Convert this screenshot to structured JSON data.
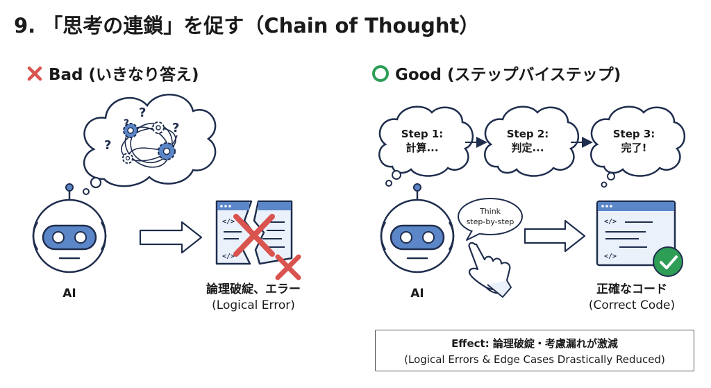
{
  "title": "9. 「思考の連鎖」を促す（Chain of Thought）",
  "bad": {
    "heading": "Bad (いきなり答え)",
    "ai_label": "AI",
    "result_jp": "論理破綻、エラー",
    "result_en": "(Logical Error)"
  },
  "good": {
    "heading": "Good (ステップバイステップ)",
    "steps": [
      {
        "label": "Step 1:",
        "text": "計算..."
      },
      {
        "label": "Step 2:",
        "text": "判定..."
      },
      {
        "label": "Step 3:",
        "text": "完了!"
      }
    ],
    "speech": [
      "Think",
      "step-by-step"
    ],
    "ai_label": "AI",
    "result_jp": "正確なコード",
    "result_en": "(Correct Code)"
  },
  "effect": {
    "label": "Effect:",
    "text_jp": " 論理破綻・考慮漏れが激減",
    "text_en": "(Logical Errors & Edge Cases Drastically Reduced)"
  },
  "icons": {
    "bad_mark": "x-mark-icon",
    "good_mark": "circle-mark-icon",
    "robot": "robot-icon",
    "code_window": "code-window-icon",
    "check": "check-badge-icon",
    "hand": "pointing-hand-icon",
    "gears": "gear-icon"
  },
  "colors": {
    "red": "#d9534f",
    "green": "#2e9e57",
    "blue": "#5b86c8",
    "navy": "#1f2d4d",
    "light_blue": "#eaf1fb"
  }
}
